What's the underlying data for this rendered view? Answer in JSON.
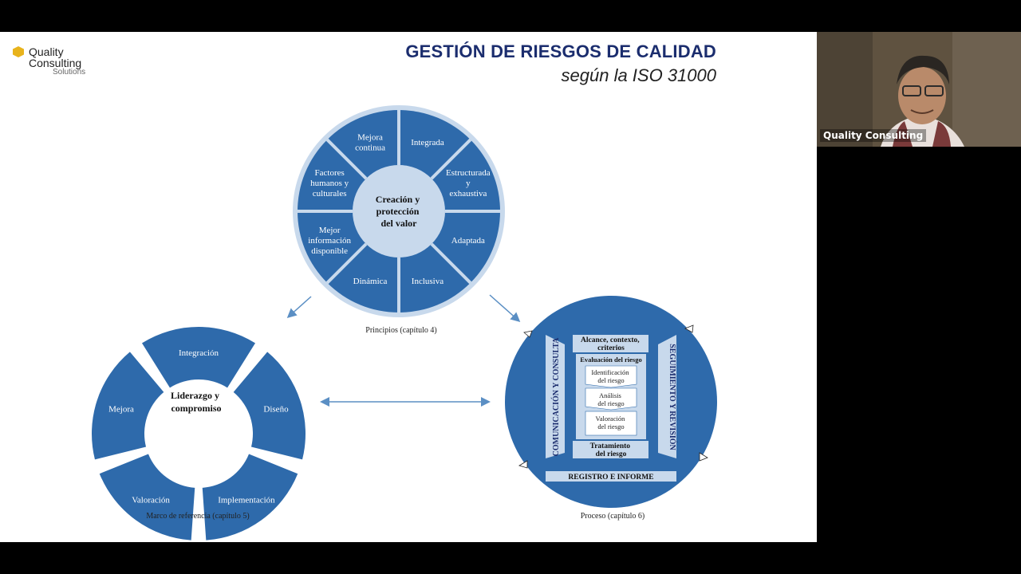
{
  "slide": {
    "title": "GESTIÓN DE RIESGOS DE CALIDAD",
    "subtitle": "según la ISO 31000",
    "logo": {
      "line1": "Quality",
      "line2": "Consulting",
      "line3": "Solutions"
    }
  },
  "principles": {
    "center": [
      "Creación y",
      "protección",
      "del valor"
    ],
    "segments": [
      [
        "Mejora",
        "continua"
      ],
      [
        "Integrada"
      ],
      [
        "Estructurada",
        "y",
        "exhaustiva"
      ],
      [
        "Adaptada"
      ],
      [
        "Inclusiva"
      ],
      [
        "Dinámica"
      ],
      [
        "Mejor",
        "información",
        "disponible"
      ],
      [
        "Factores",
        "humanos y",
        "culturales"
      ]
    ],
    "caption": "Principios (capítulo 4)"
  },
  "framework": {
    "center": [
      "Liderazgo y",
      "compromiso"
    ],
    "segments": [
      "Integración",
      "Diseño",
      "Implementación",
      "Valoración",
      "Mejora"
    ],
    "caption": "Marco de referencia (capítulo 5)"
  },
  "process": {
    "left_bar": "COMUNICACIÓN Y CONSULTA",
    "right_bar": "SEGUIMIENTO Y REVISIÓN",
    "scope": [
      "Alcance, contexto,",
      "criterios"
    ],
    "assessment_title": "Evaluación del riesgo",
    "identification": [
      "Identificación",
      "del riesgo"
    ],
    "analysis": [
      "Análisis",
      "del riesgo"
    ],
    "evaluation": [
      "Valoración",
      "del riesgo"
    ],
    "treatment": [
      "Tratamiento",
      "del riesgo"
    ],
    "recording": "REGISTRO E INFORME",
    "caption": "Proceso (capítulo 6)"
  },
  "webcam": {
    "name": "Quality Consulting"
  },
  "colors": {
    "blue": "#2e6aab",
    "light_blue": "#c8d9ec",
    "title_blue": "#1b2d6e"
  },
  "toolbar": [
    "back-arrow-icon",
    "pen-icon",
    "subtitles-icon",
    "more-icon",
    "pointer-icon"
  ]
}
